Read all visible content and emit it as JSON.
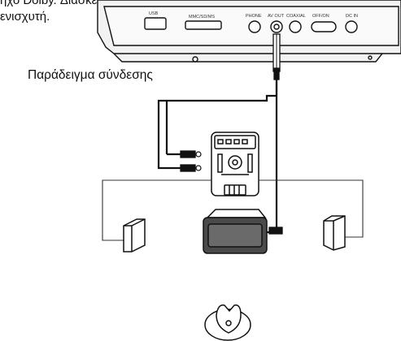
{
  "intro": {
    "line1": "ήχο Dolby. Διασκεδάστε με δυναμικό, ρεαλιστικό ήχο",
    "line2": "ενισχυτή."
  },
  "caption": "Παράδειγμα σύνδεσης",
  "device_ports": {
    "usb": "USB",
    "mmc": "MMC/SD/MS",
    "phone": "PHONE",
    "av_out": "AV OUT",
    "coaxial": "COAXIAL",
    "off_on": "OFF/ON",
    "dc_in": "DC IN"
  },
  "colors": {
    "line": "#111111",
    "device_fill": "#eeeeee",
    "speaker_fill": "#ffffff"
  }
}
